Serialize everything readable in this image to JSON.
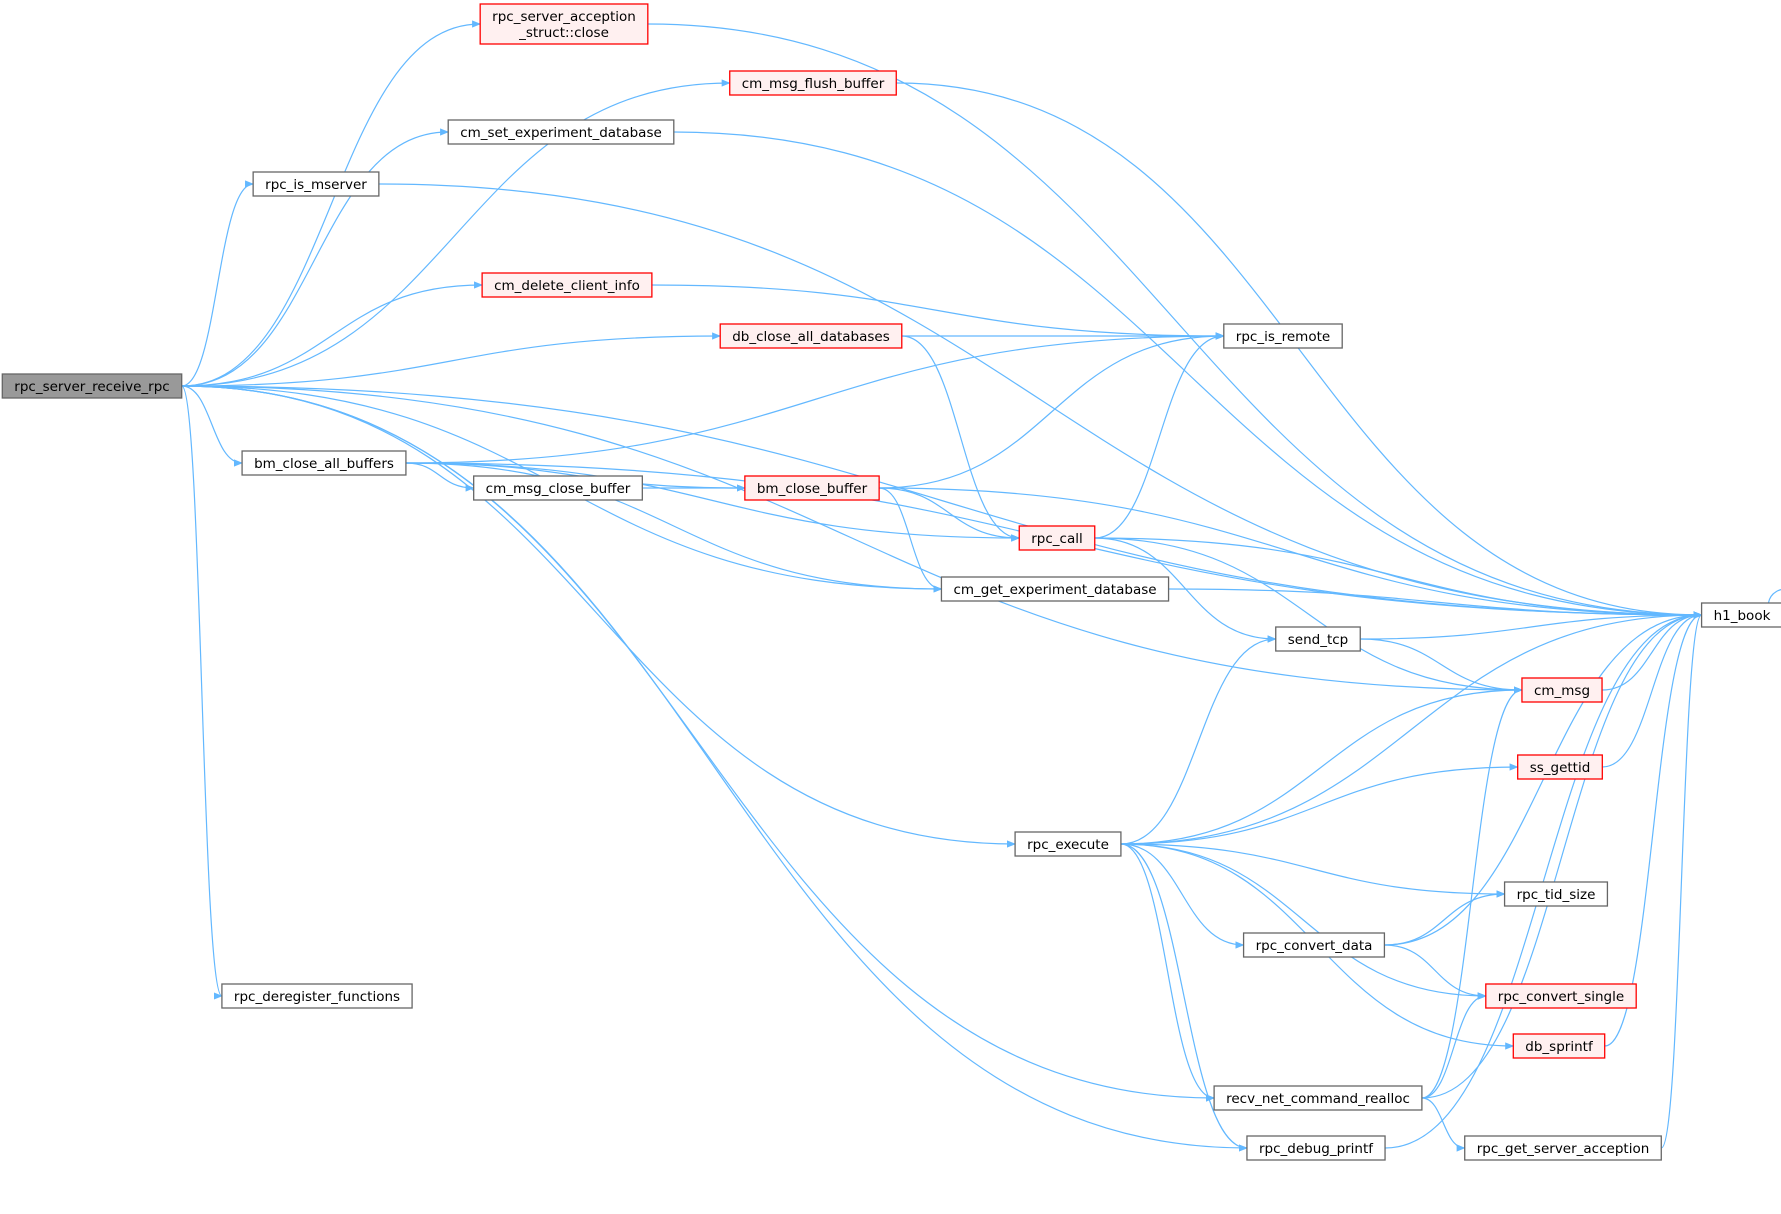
{
  "colors": {
    "edge": "#63b8ff",
    "focus_fill": "#999999",
    "normal_fill": "#ffffff",
    "normal_border": "#666666",
    "truncated_fill": "#fff0f0",
    "truncated_border": "#ff0000"
  },
  "nodes": [
    {
      "id": "n0",
      "lines": [
        "rpc_server_receive_rpc"
      ],
      "style": "focus"
    },
    {
      "id": "n1",
      "lines": [
        "rpc_server_acception",
        "_struct::close"
      ],
      "style": "truncated"
    },
    {
      "id": "n2",
      "lines": [
        "h1_book"
      ],
      "style": "normal"
    },
    {
      "id": "n3",
      "lines": [
        "cm_msg_flush_buffer"
      ],
      "style": "truncated"
    },
    {
      "id": "n4",
      "lines": [
        "cm_set_experiment_database"
      ],
      "style": "normal"
    },
    {
      "id": "n5",
      "lines": [
        "rpc_is_mserver"
      ],
      "style": "normal"
    },
    {
      "id": "n6",
      "lines": [
        "cm_delete_client_info"
      ],
      "style": "truncated"
    },
    {
      "id": "n7",
      "lines": [
        "rpc_is_remote"
      ],
      "style": "normal"
    },
    {
      "id": "n8",
      "lines": [
        "db_close_all_databases"
      ],
      "style": "truncated"
    },
    {
      "id": "n9",
      "lines": [
        "bm_close_all_buffers"
      ],
      "style": "normal"
    },
    {
      "id": "n10",
      "lines": [
        "cm_msg_close_buffer"
      ],
      "style": "normal"
    },
    {
      "id": "n11",
      "lines": [
        "bm_close_buffer"
      ],
      "style": "truncated"
    },
    {
      "id": "n12",
      "lines": [
        "rpc_call"
      ],
      "style": "truncated"
    },
    {
      "id": "n13",
      "lines": [
        "cm_get_experiment_database"
      ],
      "style": "normal"
    },
    {
      "id": "n14",
      "lines": [
        "send_tcp"
      ],
      "style": "normal"
    },
    {
      "id": "n15",
      "lines": [
        "cm_msg"
      ],
      "style": "truncated"
    },
    {
      "id": "n16",
      "lines": [
        "ss_gettid"
      ],
      "style": "truncated"
    },
    {
      "id": "n17",
      "lines": [
        "rpc_execute"
      ],
      "style": "normal"
    },
    {
      "id": "n18",
      "lines": [
        "rpc_tid_size"
      ],
      "style": "normal"
    },
    {
      "id": "n19",
      "lines": [
        "rpc_convert_data"
      ],
      "style": "normal"
    },
    {
      "id": "n20",
      "lines": [
        "rpc_deregister_functions"
      ],
      "style": "normal"
    },
    {
      "id": "n21",
      "lines": [
        "rpc_convert_single"
      ],
      "style": "truncated"
    },
    {
      "id": "n22",
      "lines": [
        "db_sprintf"
      ],
      "style": "truncated"
    },
    {
      "id": "n23",
      "lines": [
        "recv_net_command_realloc"
      ],
      "style": "normal"
    },
    {
      "id": "n24",
      "lines": [
        "rpc_debug_printf"
      ],
      "style": "normal"
    },
    {
      "id": "n25",
      "lines": [
        "rpc_get_server_acception"
      ],
      "style": "normal"
    }
  ],
  "edges": [
    [
      "n0",
      "n1"
    ],
    [
      "n0",
      "n2"
    ],
    [
      "n0",
      "n3"
    ],
    [
      "n0",
      "n4"
    ],
    [
      "n0",
      "n5"
    ],
    [
      "n0",
      "n6"
    ],
    [
      "n0",
      "n8"
    ],
    [
      "n0",
      "n9"
    ],
    [
      "n0",
      "n13"
    ],
    [
      "n0",
      "n15"
    ],
    [
      "n0",
      "n17"
    ],
    [
      "n0",
      "n20"
    ],
    [
      "n0",
      "n23"
    ],
    [
      "n0",
      "n24"
    ],
    [
      "n1",
      "n2"
    ],
    [
      "n3",
      "n2"
    ],
    [
      "n4",
      "n2"
    ],
    [
      "n5",
      "n2"
    ],
    [
      "n6",
      "n7"
    ],
    [
      "n8",
      "n7"
    ],
    [
      "n8",
      "n12"
    ],
    [
      "n9",
      "n7"
    ],
    [
      "n9",
      "n10"
    ],
    [
      "n9",
      "n11"
    ],
    [
      "n9",
      "n12"
    ],
    [
      "n9",
      "n13"
    ],
    [
      "n9",
      "n2"
    ],
    [
      "n10",
      "n11"
    ],
    [
      "n11",
      "n2"
    ],
    [
      "n11",
      "n7"
    ],
    [
      "n11",
      "n12"
    ],
    [
      "n11",
      "n13"
    ],
    [
      "n12",
      "n2"
    ],
    [
      "n12",
      "n7"
    ],
    [
      "n12",
      "n14"
    ],
    [
      "n12",
      "n15"
    ],
    [
      "n13",
      "n2"
    ],
    [
      "n14",
      "n2"
    ],
    [
      "n14",
      "n15"
    ],
    [
      "n15",
      "n2"
    ],
    [
      "n16",
      "n2"
    ],
    [
      "n17",
      "n2"
    ],
    [
      "n17",
      "n14"
    ],
    [
      "n17",
      "n15"
    ],
    [
      "n17",
      "n16"
    ],
    [
      "n17",
      "n18"
    ],
    [
      "n17",
      "n19"
    ],
    [
      "n17",
      "n21"
    ],
    [
      "n17",
      "n22"
    ],
    [
      "n17",
      "n23"
    ],
    [
      "n17",
      "n24"
    ],
    [
      "n19",
      "n2"
    ],
    [
      "n19",
      "n18"
    ],
    [
      "n19",
      "n21"
    ],
    [
      "n22",
      "n2"
    ],
    [
      "n23",
      "n2"
    ],
    [
      "n23",
      "n15"
    ],
    [
      "n23",
      "n21"
    ],
    [
      "n23",
      "n25"
    ],
    [
      "n24",
      "n2"
    ],
    [
      "n25",
      "n2"
    ],
    [
      "n2",
      "n2"
    ]
  ]
}
